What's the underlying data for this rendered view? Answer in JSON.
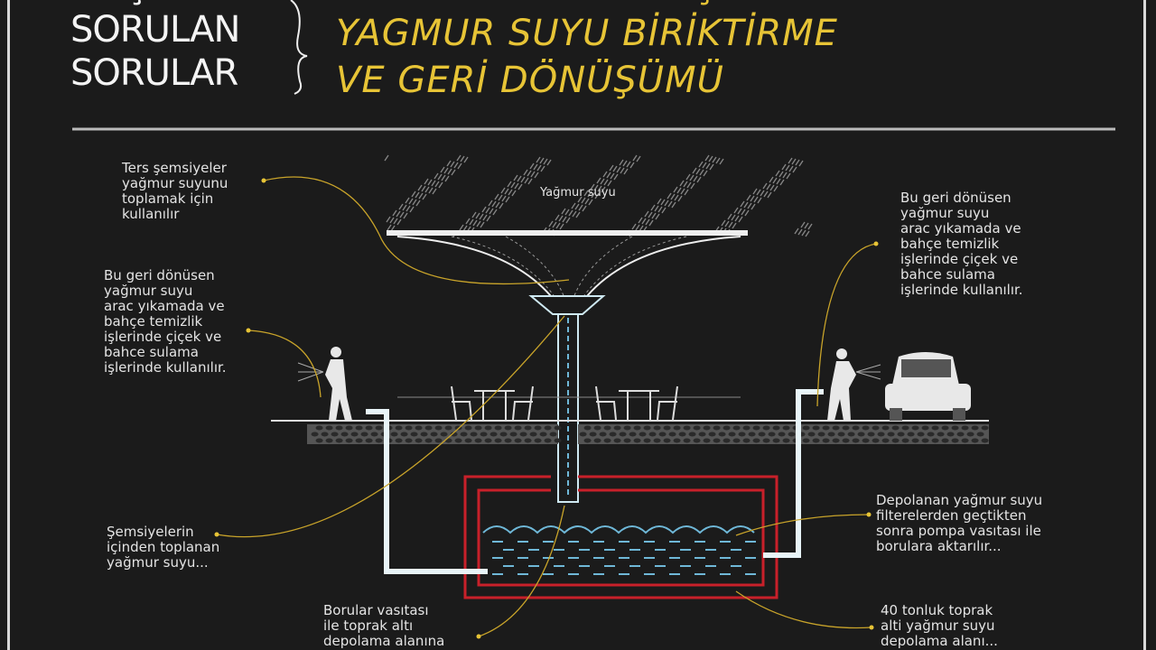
{
  "header": {
    "left_title_lines": [
      "SIKÇA",
      "SORULAN",
      "SORULAR"
    ],
    "main_title_lines": [
      "HASAN USTA TERS ŞEMSİYE İLE",
      "YAGMUR SUYU BİRİKTİRME",
      "VE GERİ DÖNÜŞÜMÜ"
    ]
  },
  "diagram": {
    "rain_label": "Yağmur suyu",
    "notes": {
      "umbrella": "Ters şemsiyeler\nyağmur suyunu\ntoplamak için\nkullanılır",
      "left_use": "Bu geri dönüsen\nyağmur suyu\narac yıkamada ve\nbahçe temizlik\nişlerinde  çiçek ve\nbahce sulama\nişlerinde  kullanılır.",
      "right_use": "Bu geri dönüsen\nyağmur suyu\narac yıkamada ve\nbahçe temizlik\nişlerinde  çiçek ve\nbahce sulama\nişlerinde  kullanılır.",
      "collected": "Şemsiyelerin\niçinden toplanan\nyağmur suyu...",
      "pipes": "Borular vasıtası\nile toprak altı\ndepolama alanına",
      "filter": "Depolanan yağmur suyu\nfilterelerden geçtikten\nsonra pompa vasıtası ile\nborulara aktarılır...",
      "storage": "40 tonluk toprak\nalti yağmur suyu\ndepolama alanı..."
    },
    "colors": {
      "accent": "#e7c436",
      "tank": "#c8202a",
      "pipe": "#e8f4f8",
      "water": "#6fb8d8"
    }
  }
}
